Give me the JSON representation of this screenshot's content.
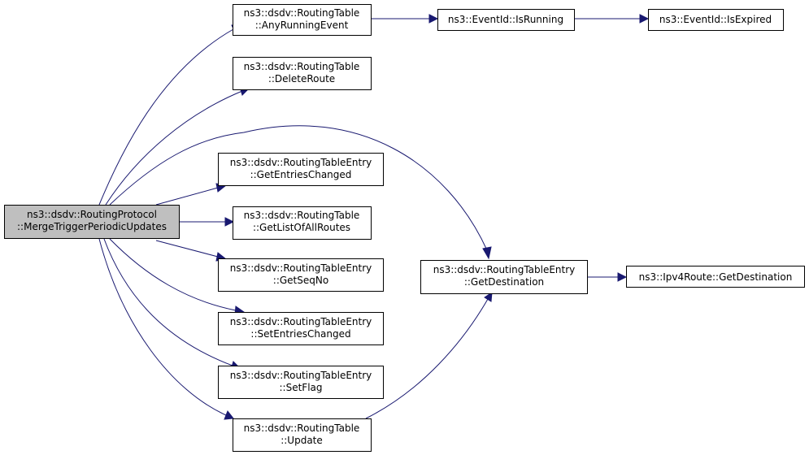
{
  "colors": {
    "edge": "#191970",
    "root_fill": "#bfbfbf",
    "node_fill": "#ffffff",
    "node_border": "#000000"
  },
  "nodes": {
    "root": {
      "line1": "ns3::dsdv::RoutingProtocol",
      "line2": "::MergeTriggerPeriodicUpdates"
    },
    "anyrunning": {
      "line1": "ns3::dsdv::RoutingTable",
      "line2": "::AnyRunningEvent"
    },
    "isrunning": {
      "line1": "ns3::EventId::IsRunning"
    },
    "isexpired": {
      "line1": "ns3::EventId::IsExpired"
    },
    "deleteroute": {
      "line1": "ns3::dsdv::RoutingTable",
      "line2": "::DeleteRoute"
    },
    "getentries": {
      "line1": "ns3::dsdv::RoutingTableEntry",
      "line2": "::GetEntriesChanged"
    },
    "getlist": {
      "line1": "ns3::dsdv::RoutingTable",
      "line2": "::GetListOfAllRoutes"
    },
    "getseqno": {
      "line1": "ns3::dsdv::RoutingTableEntry",
      "line2": "::GetSeqNo"
    },
    "setentries": {
      "line1": "ns3::dsdv::RoutingTableEntry",
      "line2": "::SetEntriesChanged"
    },
    "setflag": {
      "line1": "ns3::dsdv::RoutingTableEntry",
      "line2": "::SetFlag"
    },
    "update": {
      "line1": "ns3::dsdv::RoutingTable",
      "line2": "::Update"
    },
    "getdest": {
      "line1": "ns3::dsdv::RoutingTableEntry",
      "line2": "::GetDestination"
    },
    "ipv4dest": {
      "line1": "ns3::Ipv4Route::GetDestination"
    }
  },
  "edges": [
    [
      "root",
      "anyrunning"
    ],
    [
      "root",
      "deleteroute"
    ],
    [
      "root",
      "getdest"
    ],
    [
      "root",
      "getentries"
    ],
    [
      "root",
      "getlist"
    ],
    [
      "root",
      "getseqno"
    ],
    [
      "root",
      "setentries"
    ],
    [
      "root",
      "setflag"
    ],
    [
      "root",
      "update"
    ],
    [
      "anyrunning",
      "isrunning"
    ],
    [
      "isrunning",
      "isexpired"
    ],
    [
      "getdest",
      "ipv4dest"
    ],
    [
      "update",
      "getdest"
    ]
  ]
}
